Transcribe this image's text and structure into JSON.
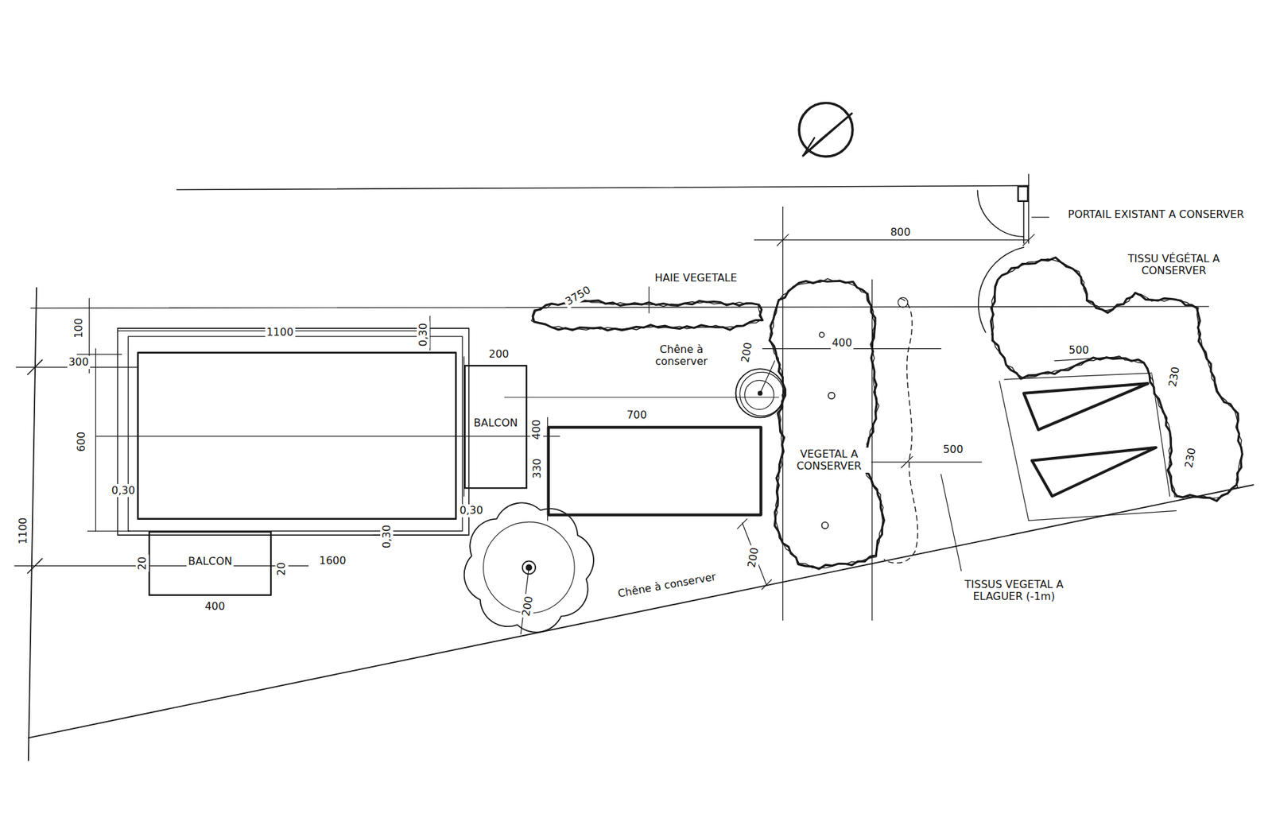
{
  "diagram": {
    "nodes": [
      {
        "text": [
          "BALCON"
        ]
      },
      {
        "text": [
          "BALCON"
        ]
      },
      {
        "text": [
          "VEGETAL A CONSERVER"
        ]
      },
      {
        "text": [
          "Chêne à conserver"
        ]
      },
      {
        "text": [
          "Chêne à conserver"
        ]
      },
      {
        "text": [
          "TISSU VÉGÉTAL A CONSERVER"
        ]
      },
      {
        "text": [
          "HAIE VEGETALE"
        ]
      }
    ],
    "labels": [
      "PORTAIL EXISTANT A CONSERVER",
      "800",
      "3750",
      "1100",
      "0,30",
      "100",
      "300",
      "600",
      "0,30",
      "1100",
      "200",
      "400",
      "700",
      "330",
      "0,30",
      "0,30",
      "20",
      "20",
      "1600",
      "400",
      "200",
      "200",
      "400",
      "500",
      "TISSUS VEGETAL A ELAGUER (-1m)",
      "200",
      "500",
      "230",
      "230"
    ]
  }
}
